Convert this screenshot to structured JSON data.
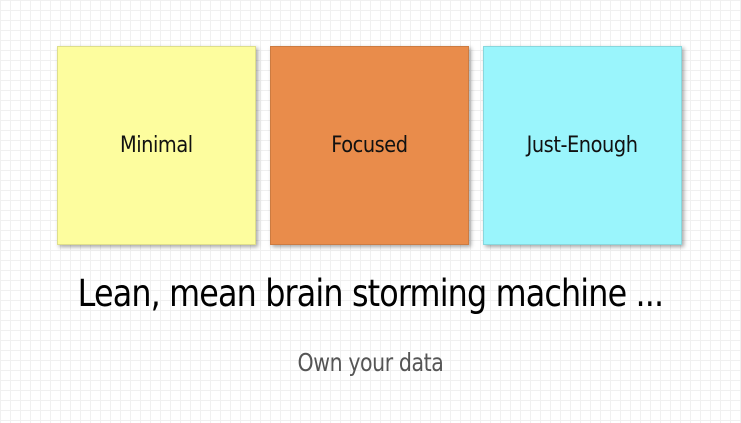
{
  "notes": [
    {
      "label": "Minimal",
      "color": "#fdfd9e"
    },
    {
      "label": "Focused",
      "color": "#e98c4b"
    },
    {
      "label": "Just-Enough",
      "color": "#9af5fc"
    }
  ],
  "headline": "Lean, mean brain storming machine ...",
  "tagline": "Own your data",
  "colors": {
    "background": "#ffffff",
    "grid": "#f0f0f0",
    "headline_text": "#000000",
    "tagline_text": "#555555"
  }
}
